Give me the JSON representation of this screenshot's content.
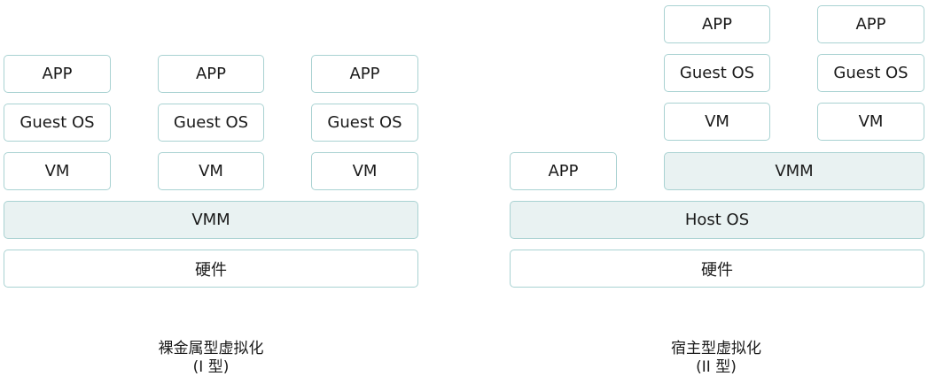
{
  "left": {
    "columns": [
      {
        "app": "APP",
        "guest_os": "Guest OS",
        "vm": "VM"
      },
      {
        "app": "APP",
        "guest_os": "Guest OS",
        "vm": "VM"
      },
      {
        "app": "APP",
        "guest_os": "Guest OS",
        "vm": "VM"
      }
    ],
    "vmm": "VMM",
    "hardware": "硬件",
    "caption_line1": "裸金属型虚拟化",
    "caption_line2": "(I 型)"
  },
  "right": {
    "columns": [
      {
        "app": "APP",
        "guest_os": "Guest OS",
        "vm": "VM"
      },
      {
        "app": "APP",
        "guest_os": "Guest OS",
        "vm": "VM"
      }
    ],
    "host_app": "APP",
    "vmm": "VMM",
    "host_os": "Host OS",
    "hardware": "硬件",
    "caption_line1": "宿主型虚拟化",
    "caption_line2": "(II 型)"
  },
  "colors": {
    "border": "#a9d2d2",
    "shaded_fill": "#e9f2f2"
  }
}
